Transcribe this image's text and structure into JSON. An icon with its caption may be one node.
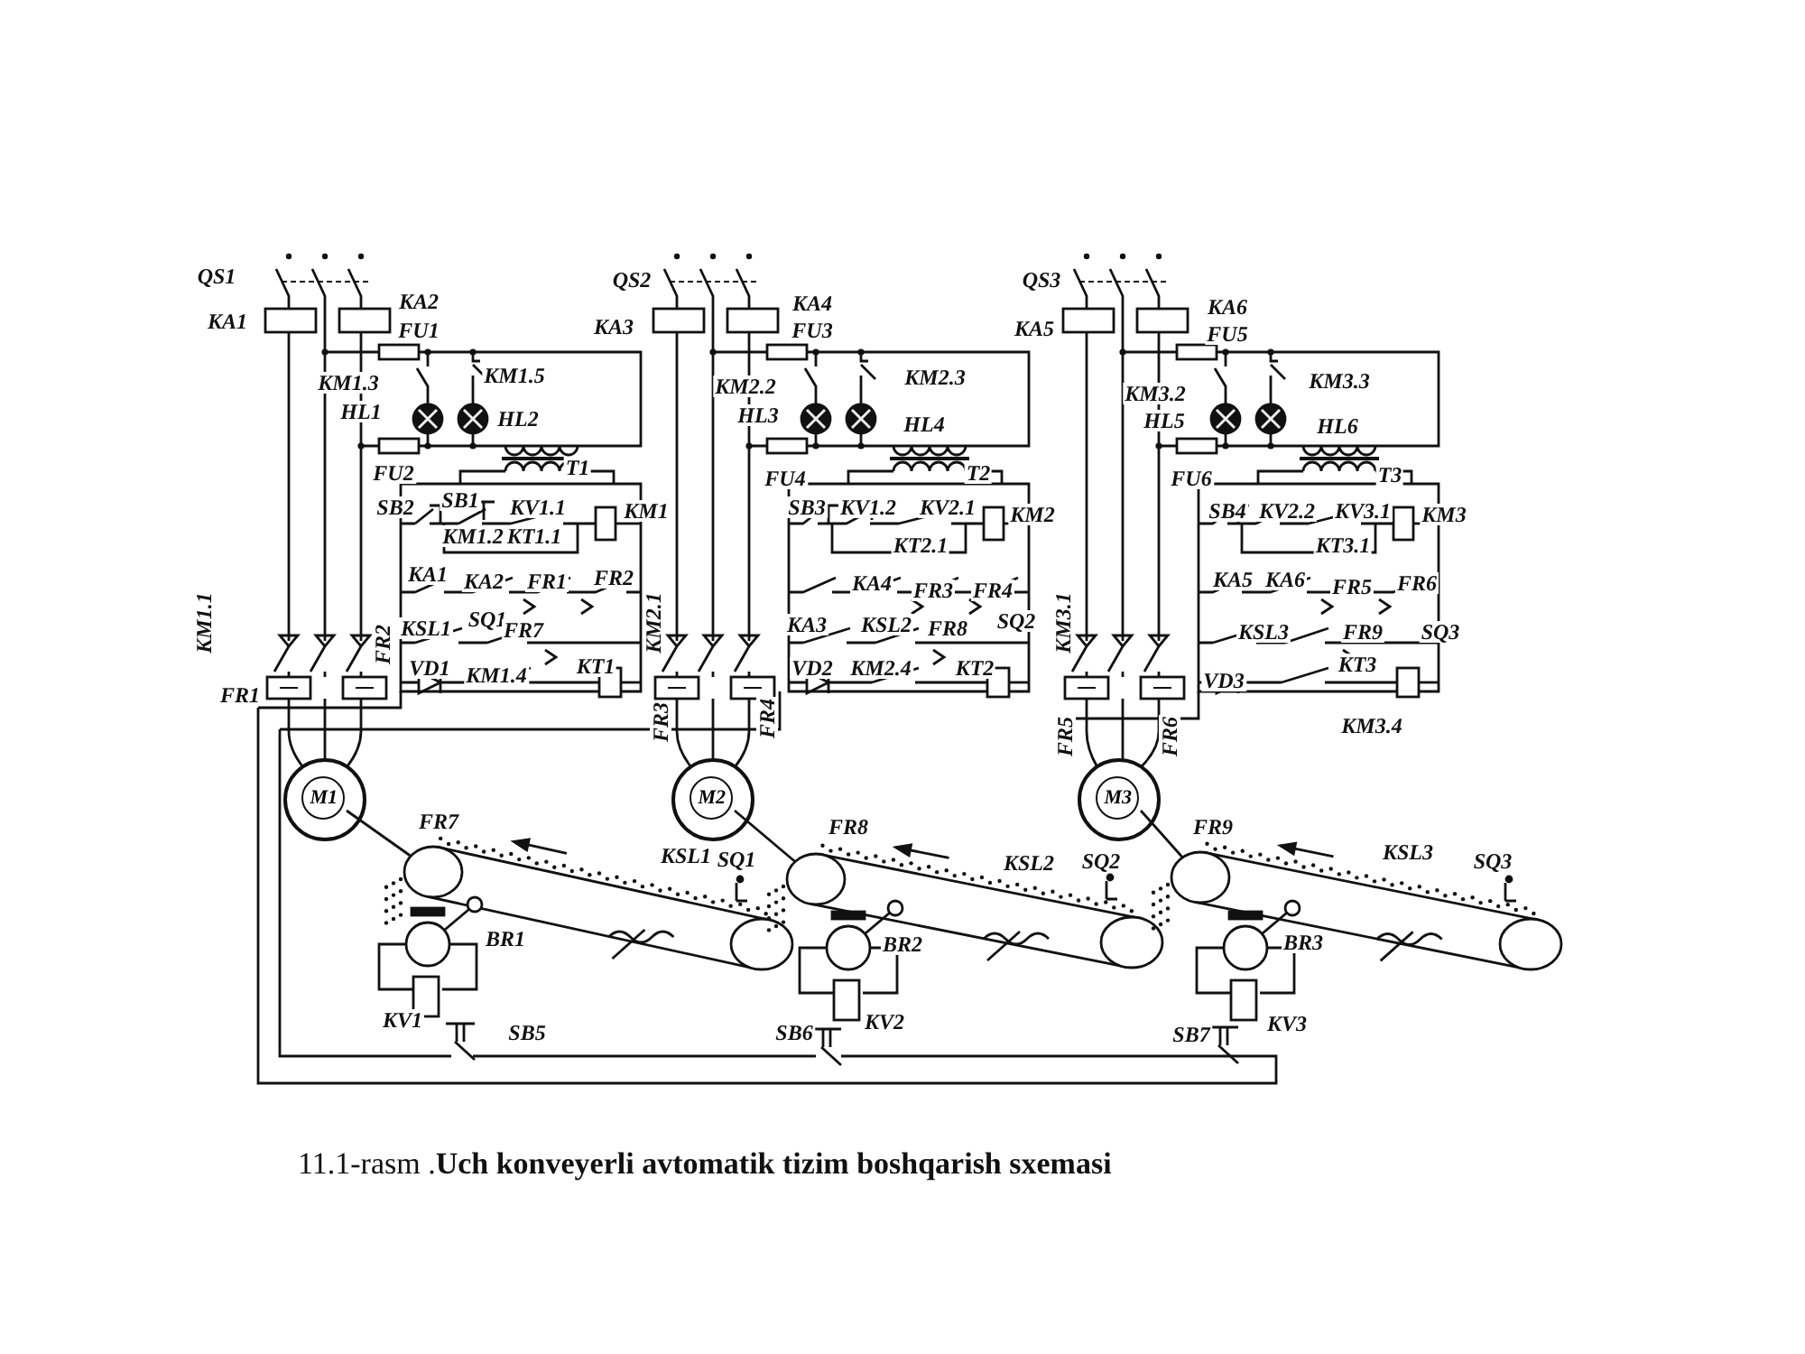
{
  "diagram": {
    "caption": "11.1-rasm .**Uch konveyerli avtomatik tizim boshqarish sxemasi**",
    "nodes": [
      {
        "text": [
          "M1"
        ]
      },
      {
        "text": [
          "M2"
        ]
      },
      {
        "text": [
          "M3"
        ]
      }
    ],
    "labels": [
      "QS1",
      "KA1",
      "KA2",
      "FU1",
      "KM1.3",
      "KM1.5",
      "HL1",
      "HL2",
      "FU2",
      "T1",
      "SB2",
      "SB1",
      "KV1.1",
      "KM1",
      "KM1.2",
      "KT1.1",
      "KA1",
      "KA2",
      "FR1",
      "FR2",
      "KM1.1",
      "KSL1",
      "SQ1",
      "FR7",
      "FR1",
      "FR2",
      "VD1",
      "KM1.4",
      "KT1",
      "QS2",
      "KA3",
      "KA4",
      "FU3",
      "KM2.2",
      "KM2.3",
      "HL3",
      "HL4",
      "FU4",
      "T2",
      "SB3",
      "KV1.2",
      "KV2.1",
      "KM2",
      "KT2.1",
      "KA4",
      "FR3",
      "FR4",
      "KA3",
      "KSL2",
      "FR8",
      "SQ2",
      "VD2",
      "KM2.4",
      "KT2",
      "KM2.1",
      "FR3",
      "FR4",
      "QS3",
      "KA5",
      "KA6",
      "FU5",
      "KM3.2",
      "KM3.3",
      "HL5",
      "HL6",
      "FU6",
      "T3",
      "SB4",
      "KV2.2",
      "KV3.1",
      "KM3",
      "KT3.1",
      "KA5",
      "KA6",
      "FR5",
      "FR6",
      "KSL3",
      "FR9",
      "SQ3",
      "VD3",
      "KT3",
      "KM3.4",
      "KM3.1",
      "FR5",
      "FR6",
      "FR7",
      "KSL1",
      "SQ1",
      "BR1",
      "KV1",
      "SB5",
      "FR8",
      "KSL2",
      "SQ2",
      "BR2",
      "KV2",
      "SB6",
      "FR9",
      "KSL3",
      "SQ3",
      "BR3",
      "KV3",
      "SB7"
    ]
  }
}
